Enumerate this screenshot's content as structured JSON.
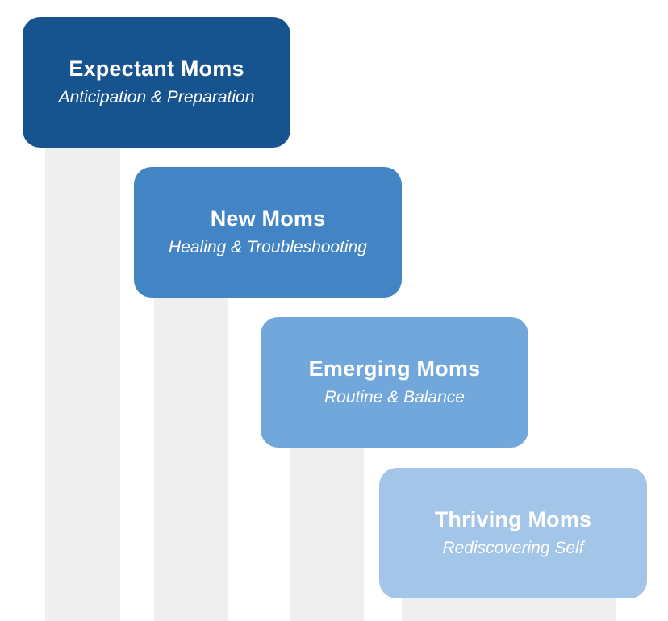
{
  "stages": [
    {
      "title": "Expectant Moms",
      "subtitle": "Anticipation & Preparation",
      "color": "#17538f"
    },
    {
      "title": "New Moms",
      "subtitle": "Healing & Troubleshooting",
      "color": "#4385c4"
    },
    {
      "title": "Emerging Moms",
      "subtitle": "Routine & Balance",
      "color": "#72a7db"
    },
    {
      "title": "Thriving Moms",
      "subtitle": "Rediscovering Self",
      "color": "#a2c5e8"
    }
  ],
  "colors": {
    "pillar": "#efeff0",
    "text": "#ffffff",
    "background": "#ffffff"
  }
}
